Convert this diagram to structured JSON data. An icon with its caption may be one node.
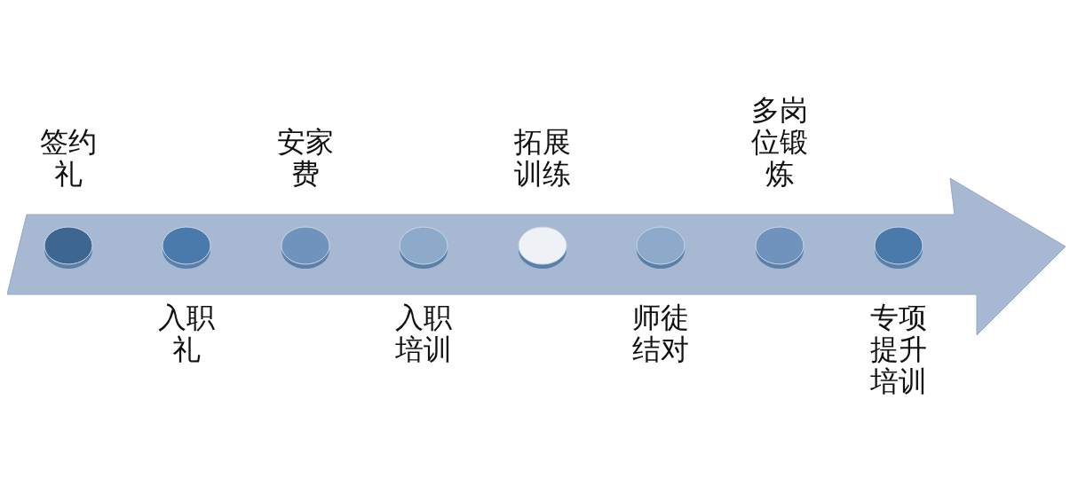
{
  "diagram": {
    "nodes": [
      {
        "text": [],
        "shape": "arrow"
      },
      {
        "text": [],
        "shape": "circle",
        "in": 0,
        "beside": [
          "签约礼"
        ]
      },
      {
        "text": [],
        "shape": "circle",
        "in": 0,
        "beside": [
          "入职礼"
        ]
      },
      {
        "text": [],
        "shape": "circle",
        "in": 0,
        "beside": [
          "安家费"
        ]
      },
      {
        "text": [],
        "shape": "circle",
        "in": 0,
        "beside": [
          "入职培训"
        ]
      },
      {
        "text": [],
        "shape": "circle",
        "in": 0,
        "beside": [
          "拓展训练"
        ]
      },
      {
        "text": [],
        "shape": "circle",
        "in": 0,
        "beside": [
          "师徒结对"
        ]
      },
      {
        "text": [],
        "shape": "circle",
        "in": 0,
        "beside": [
          "多岗位锻炼"
        ]
      },
      {
        "text": [],
        "shape": "circle",
        "in": 0,
        "beside": [
          "专项提升培训"
        ]
      }
    ]
  }
}
